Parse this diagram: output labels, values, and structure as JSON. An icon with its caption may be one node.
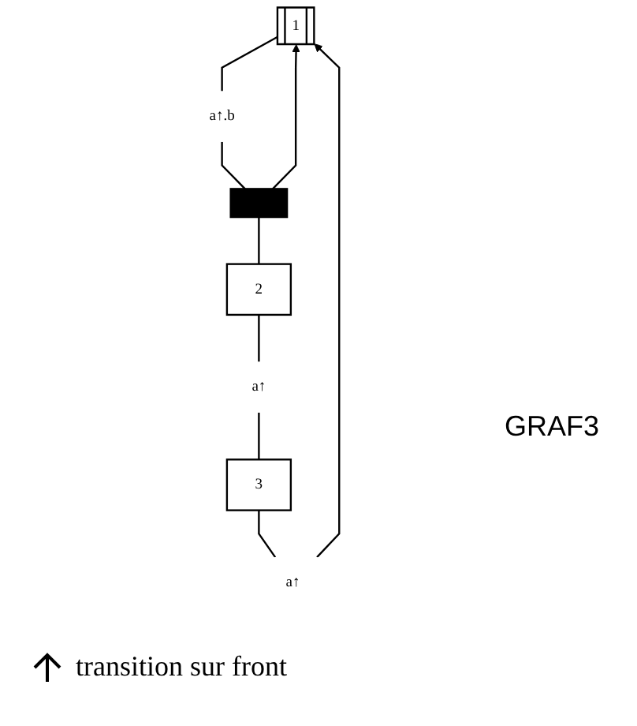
{
  "diagram": {
    "nodes": [
      {
        "text": [
          "1"
        ]
      },
      {
        "text": [
          "a↑.b"
        ]
      },
      {
        "text": [],
        "shape": "bar"
      },
      {
        "text": [
          "2"
        ]
      },
      {
        "text": [
          "a↑"
        ]
      },
      {
        "text": [
          "3"
        ]
      },
      {
        "text": [
          "a↑"
        ]
      }
    ],
    "edges": [
      {
        "from": 0,
        "to": 1,
        "arrow": "none"
      },
      {
        "from": 1,
        "to": 2,
        "arrow": "none"
      },
      {
        "from": 2,
        "to": 3,
        "arrow": "none"
      },
      {
        "from": 3,
        "to": 4,
        "arrow": "none"
      },
      {
        "from": 4,
        "to": 5,
        "arrow": "none"
      },
      {
        "from": 5,
        "to": 6,
        "arrow": "none"
      },
      {
        "from": 6,
        "to": 0,
        "arrow": "to"
      },
      {
        "from": 2,
        "to": 0,
        "arrow": "to"
      }
    ],
    "labels": [
      "GRAF3"
    ],
    "legend": [
      {
        "text": "transition sur front"
      }
    ]
  }
}
